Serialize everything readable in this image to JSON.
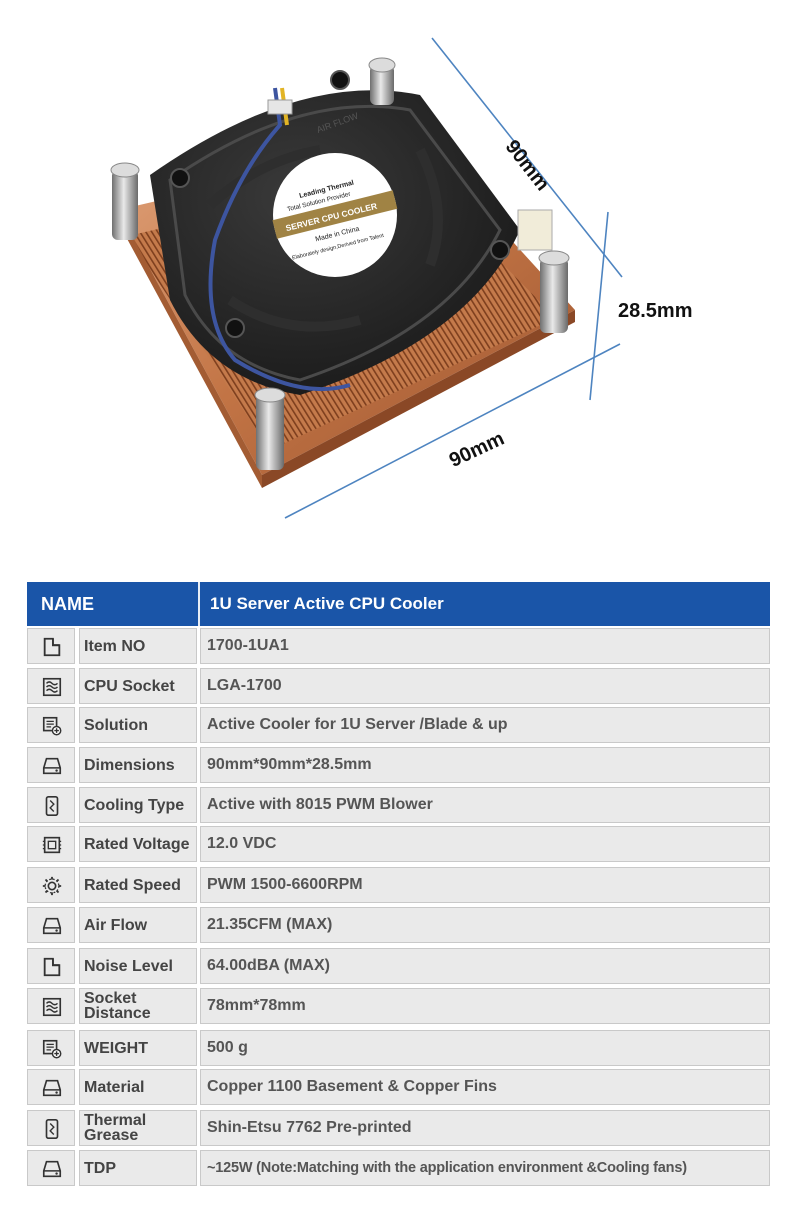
{
  "dimensions": {
    "top": "90mm",
    "height": "28.5mm",
    "bottom": "90mm"
  },
  "sticker": {
    "line1": "Leading Thermal",
    "line2": "Total Solution Provider",
    "band": "SERVER CPU COOLER",
    "line3": "Made in China",
    "line4": "Elaborately design,Derived from Talent"
  },
  "fan_label": "AIR FLOW",
  "colors": {
    "header_blue": "#1a55a8",
    "copper": "#c97f4f",
    "row_bg": "#eaeaea"
  },
  "table": {
    "header": {
      "name": "NAME",
      "value": "1U Server Active CPU Cooler"
    },
    "rows": [
      {
        "icon": "notebook-icon",
        "label": "Item NO",
        "value": "1700-1UA1"
      },
      {
        "icon": "waves-icon",
        "label": "CPU Socket",
        "value": "LGA-1700"
      },
      {
        "icon": "layers-add-icon",
        "label": "Solution",
        "value": "Active Cooler for 1U Server  /Blade & up"
      },
      {
        "icon": "drive-icon",
        "label": "Dimensions",
        "value": "90mm*90mm*28.5mm"
      },
      {
        "icon": "pcb-icon",
        "label": "Cooling Type",
        "value": "Active with 8015 PWM Blower"
      },
      {
        "icon": "chip-icon",
        "label": "Rated Voltage",
        "value": "12.0 VDC"
      },
      {
        "icon": "gear-icon",
        "label": "Rated Speed",
        "value": "PWM 1500-6600RPM"
      },
      {
        "icon": "drive-icon",
        "label": "Air Flow",
        "value": "21.35CFM (MAX)"
      },
      {
        "icon": "notebook-icon",
        "label": "Noise Level",
        "value": "64.00dBA (MAX)"
      },
      {
        "icon": "waves-icon",
        "label": "Socket Distance",
        "value": "78mm*78mm"
      },
      {
        "icon": "layers-add-icon",
        "label": "WEIGHT",
        "value": "500 g"
      },
      {
        "icon": "drive-icon",
        "label": "Material",
        "value": "Copper 1100 Basement & Copper Fins"
      },
      {
        "icon": "pcb-icon",
        "label": "Thermal Grease",
        "value": "Shin-Etsu 7762 Pre-printed"
      },
      {
        "icon": "drive-icon",
        "label": "TDP",
        "value": "~125W (Note:Matching with the application environment &Cooling fans)"
      }
    ]
  }
}
